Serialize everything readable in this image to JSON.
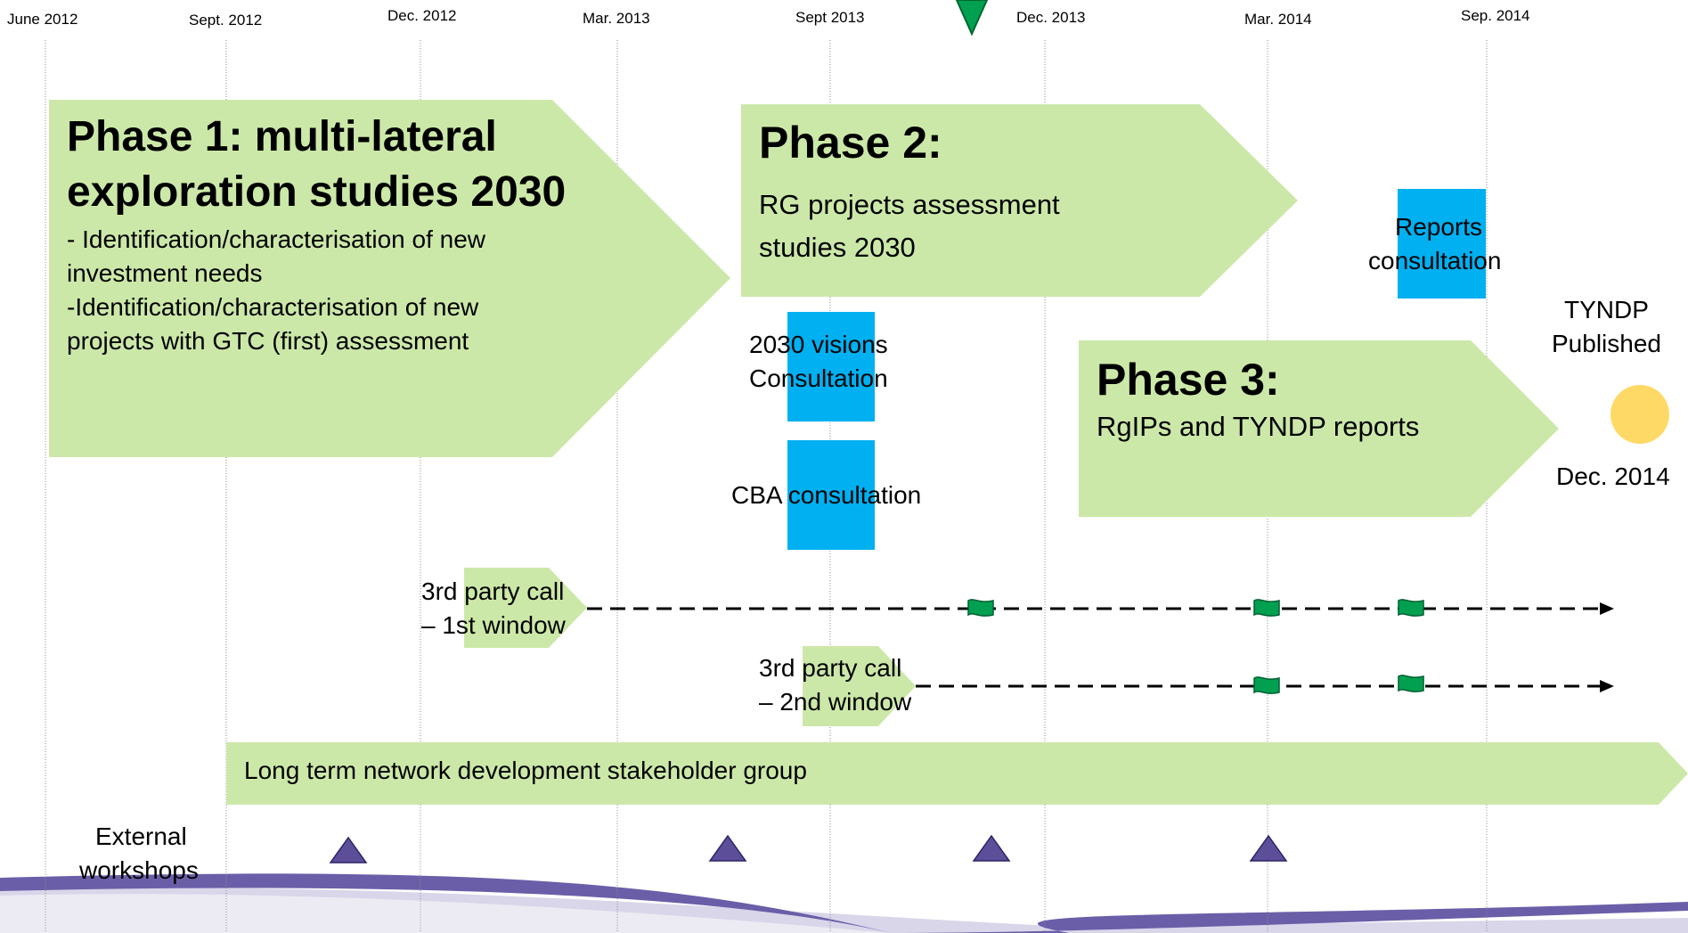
{
  "timeline": {
    "months": [
      "June 2012",
      "Sept. 2012",
      "Dec. 2012",
      "Mar. 2013",
      "Sept 2013",
      "Dec. 2013",
      "Mar. 2014",
      "Sep. 2014"
    ]
  },
  "phase1": {
    "title_line1": "Phase 1: multi-lateral",
    "title_line2": "exploration studies 2030",
    "items": [
      "- Identification/characterisation  of new",
      "investment needs",
      "-Identification/characterisation  of new",
      "projects with GTC (first) assessment"
    ]
  },
  "phase2": {
    "title": "Phase 2:",
    "line1": "RG  projects assessment",
    "line2": "studies 2030"
  },
  "phase3": {
    "title": "Phase 3:",
    "subtitle": "RgIPs and TYNDP reports"
  },
  "consultations": {
    "visions_line1": "2030 visions",
    "visions_line2": "Consultation",
    "cba": "CBA consultation",
    "reports_line1": "Reports",
    "reports_line2": "consultation"
  },
  "tyndp": {
    "line1": "TYNDP",
    "line2": "Published",
    "date": "Dec. 2014"
  },
  "third_party": {
    "window1_line1": "3rd party call",
    "window1_line2": "– 1st window",
    "window2_line1": "3rd party call",
    "window2_line2": "– 2nd window"
  },
  "stakeholder_group": "Long term network development stakeholder group",
  "workshops": {
    "line1": "External",
    "line2": "workshops"
  },
  "colors": {
    "phase_fill": "#cce8a8",
    "consultation_fill": "#00b0f0",
    "marker_green": "#00a050",
    "workshop_triangle": "#5c4e99",
    "tyndp_dot": "#ffd966",
    "wave_purple": "#6b5ea8"
  }
}
